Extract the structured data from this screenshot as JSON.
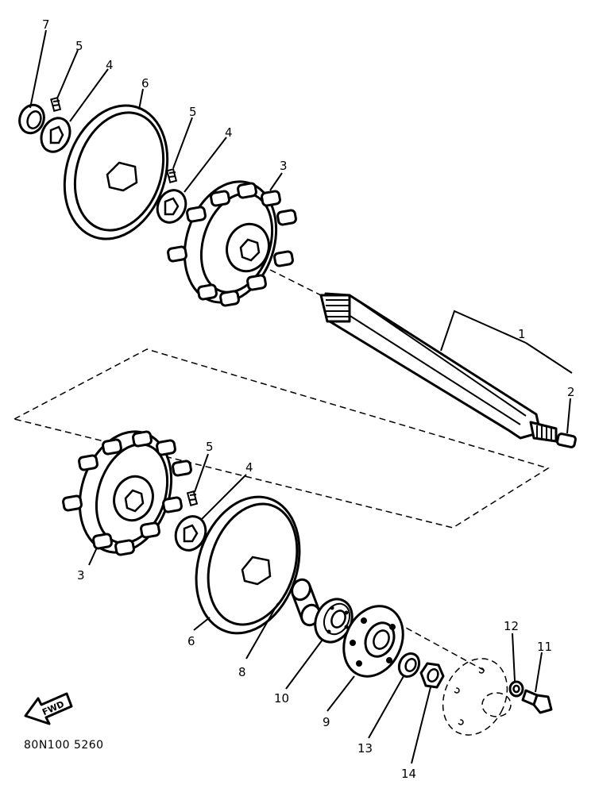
{
  "callouts": {
    "p1": "1",
    "p2": "2",
    "p3a": "3",
    "p3b": "3",
    "p4a": "4",
    "p4b": "4",
    "p4c": "4",
    "p5a": "5",
    "p5b": "5",
    "p5c": "5",
    "p6a": "6",
    "p6b": "6",
    "p7": "7",
    "p8": "8",
    "p9": "9",
    "p10": "10",
    "p11": "11",
    "p12": "12",
    "p13": "13",
    "p14": "14"
  },
  "fwd_label": "FWD",
  "diagram_code": "80N100 5260"
}
